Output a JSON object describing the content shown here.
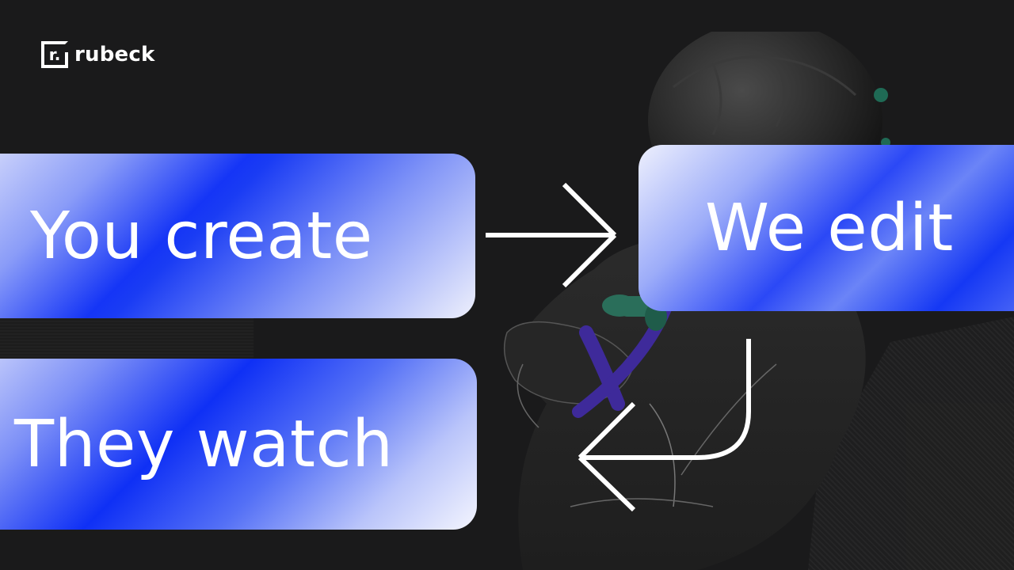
{
  "brand": {
    "mark": "r.",
    "name": "rubeck"
  },
  "steps": {
    "create": "You create",
    "edit": "We edit",
    "watch": "They watch"
  },
  "colors": {
    "background": "#1a1a1b",
    "accent_blue": "#1535f6",
    "text": "#ffffff"
  },
  "icons": [
    "right-arrow-icon",
    "curved-return-arrow-icon"
  ]
}
